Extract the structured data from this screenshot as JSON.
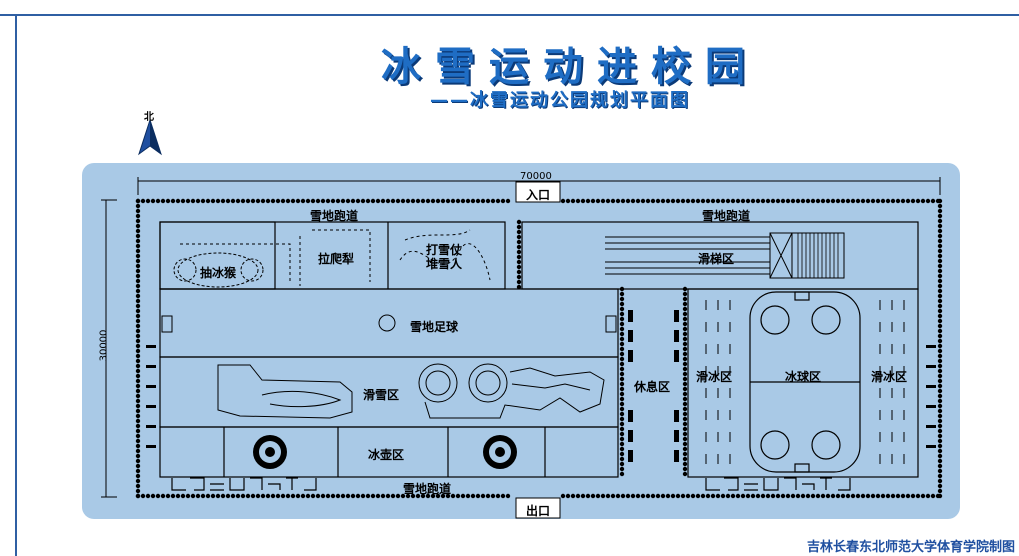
{
  "title": "冰雪运动进校园",
  "subtitle": "——冰雪运动公园规划平面图",
  "north_label": "北",
  "credit": "吉林长春东北师范大学体育学院制图",
  "dimensions": {
    "width": "70000",
    "height": "30000"
  },
  "gates": {
    "entrance": "入口",
    "exit": "出口"
  },
  "zones": {
    "track_top_left": "雪地跑道",
    "track_top_right": "雪地跑道",
    "track_bottom": "雪地跑道",
    "top_spinning": "抽冰猴",
    "sled": "拉爬犁",
    "snowball": "打雪仗\n堆雪人",
    "slide": "滑梯区",
    "soccer": "雪地足球",
    "ski": "滑雪区",
    "curling": "冰壶区",
    "rest": "休息区",
    "skate_left": "滑冰区",
    "hockey": "冰球区",
    "skate_right": "滑冰区"
  },
  "colors": {
    "ground": "#a9c9e6",
    "title": "#1f6dc4",
    "frame": "#2f5fa3"
  }
}
